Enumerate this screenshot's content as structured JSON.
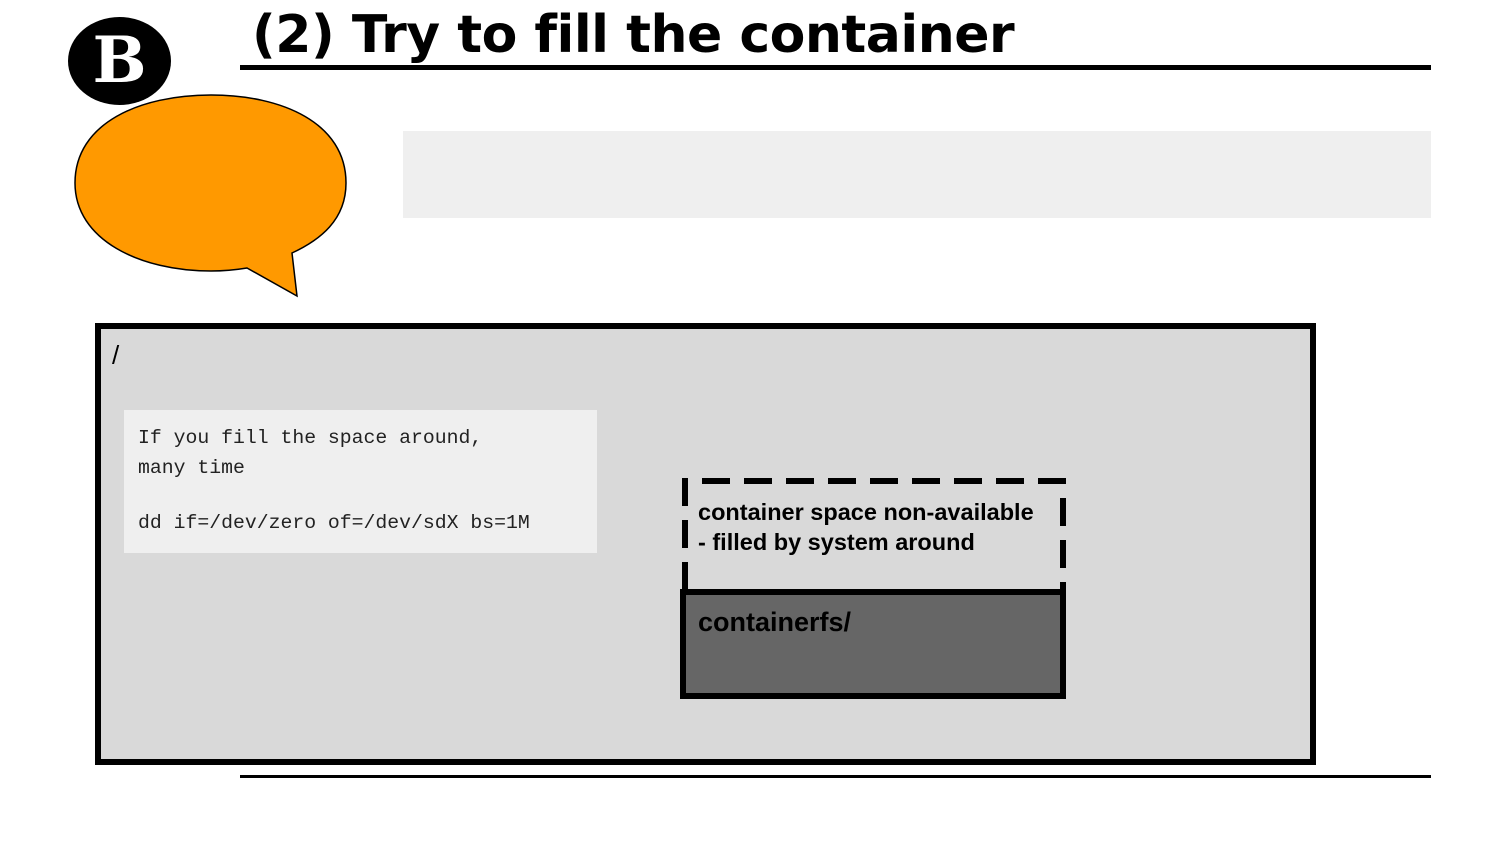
{
  "slide": {
    "badge": "B",
    "title": "(2) Try to fill the container",
    "bubble_color": "#ff9900",
    "band_color": "#efefef"
  },
  "diagram": {
    "root_label": "/",
    "root_fill": "#d9d9d9",
    "command_box": {
      "line_1": "If you fill the space around,",
      "line_2": "many time",
      "command": "dd if=/dev/zero of=/dev/sdX bs=1M"
    },
    "container_space_label": "container space non-available - filled by system around",
    "containerfs_label": "containerfs/",
    "containerfs_fill": "#666666"
  }
}
